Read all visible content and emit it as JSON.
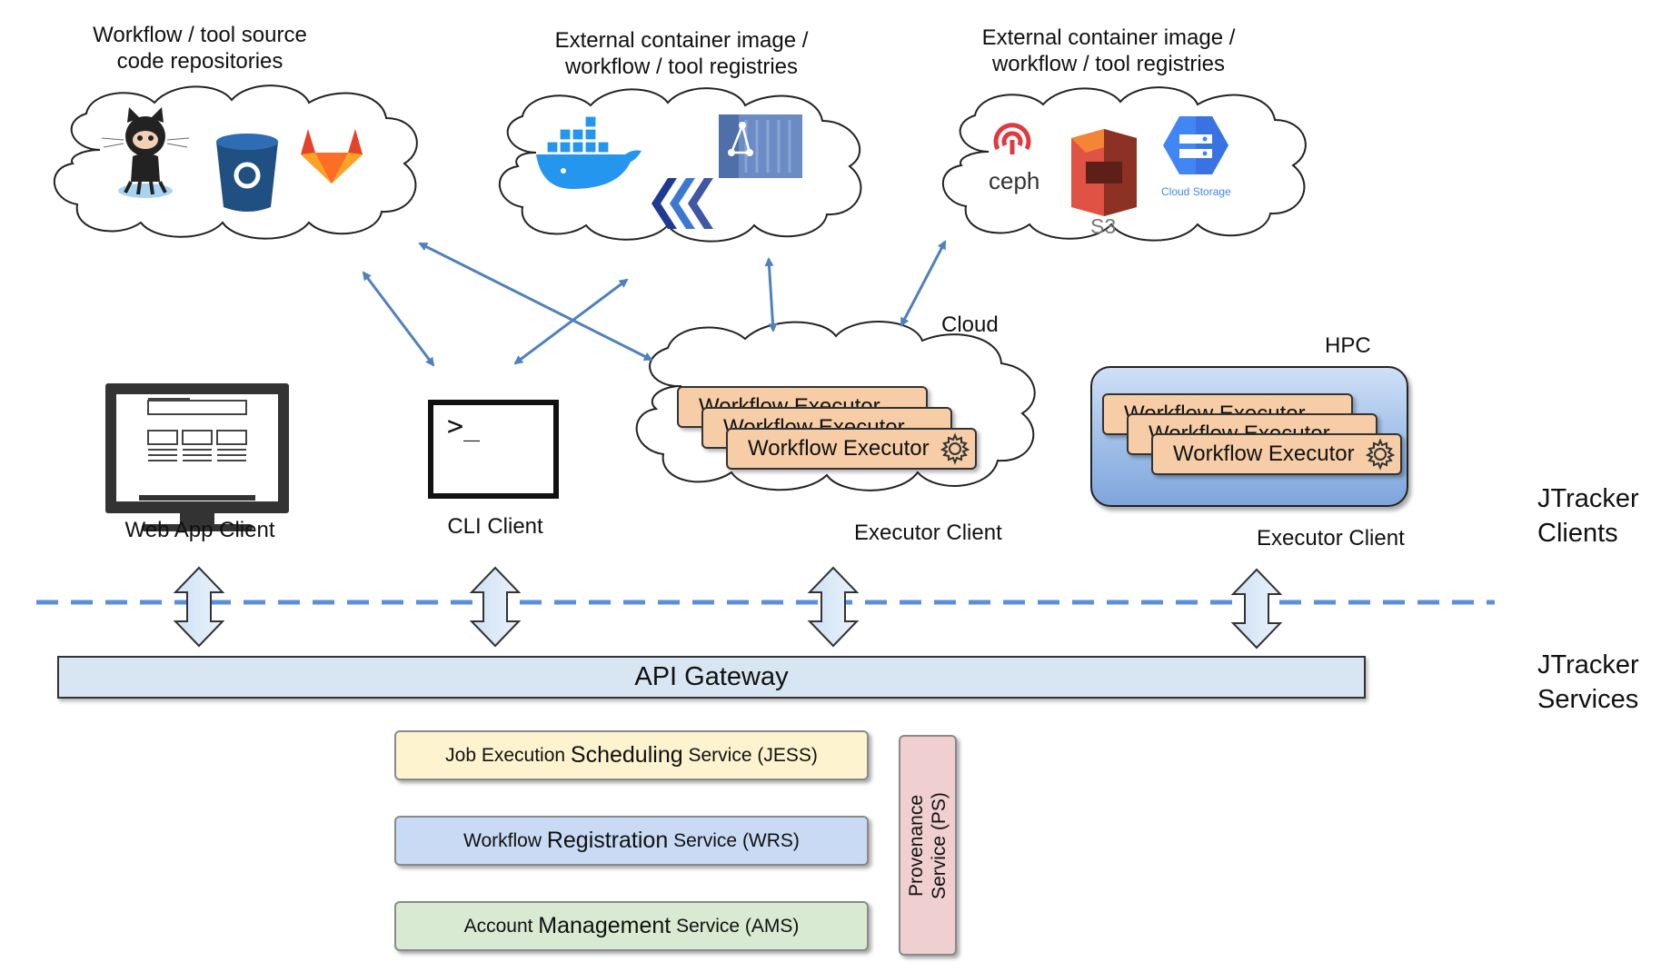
{
  "clouds": {
    "source_repos": {
      "title": "Workflow / tool source\ncode repositories",
      "icons": [
        "github-octocat-icon",
        "bitbucket-icon",
        "gitlab-icon"
      ]
    },
    "container_registries": {
      "title": "External container image /\nworkflow / tool registries",
      "icons": [
        "docker-icon",
        "quay-icon",
        "container-registry-icon"
      ]
    },
    "storage_registries": {
      "title": "External container image /\nworkflow / tool registries",
      "icons": [
        "ceph-icon",
        "s3-icon",
        "cloud-storage-icon"
      ],
      "ceph_label": "ceph",
      "s3_label": "S3",
      "cloud_storage_label": "Cloud Storage"
    }
  },
  "clients": {
    "web_app": "Web App Client",
    "cli": "CLI Client",
    "cli_prompt": ">_",
    "cloud_label": "Cloud",
    "cloud_executor": "Executor Client",
    "hpc_label": "HPC",
    "hpc_executor": "Executor Client",
    "workflow_executor": "Workflow Executor"
  },
  "layers": {
    "clients": "JTracker\nClients",
    "services": "JTracker\nServices"
  },
  "gateway": "API Gateway",
  "services": {
    "jess": {
      "pre": "Job Execution ",
      "big": "Scheduling",
      "post": " Service (JESS)"
    },
    "wrs": {
      "pre": "Workflow ",
      "big": "Registration",
      "post": " Service (WRS)"
    },
    "ams": {
      "pre": "Account ",
      "big": "Management",
      "post": " Service (AMS)"
    },
    "ps": "Provenance\nService (PS)"
  },
  "colors": {
    "arrow": "#4f81bd",
    "dashed_line": "#5b8fd9",
    "executor_fill": "#f6cda6",
    "gateway_fill": "#d8e6f4",
    "jess_fill": "#fdf3cf",
    "wrs_fill": "#c9daf4",
    "ams_fill": "#d8ead2",
    "ps_fill": "#efcfcf"
  }
}
